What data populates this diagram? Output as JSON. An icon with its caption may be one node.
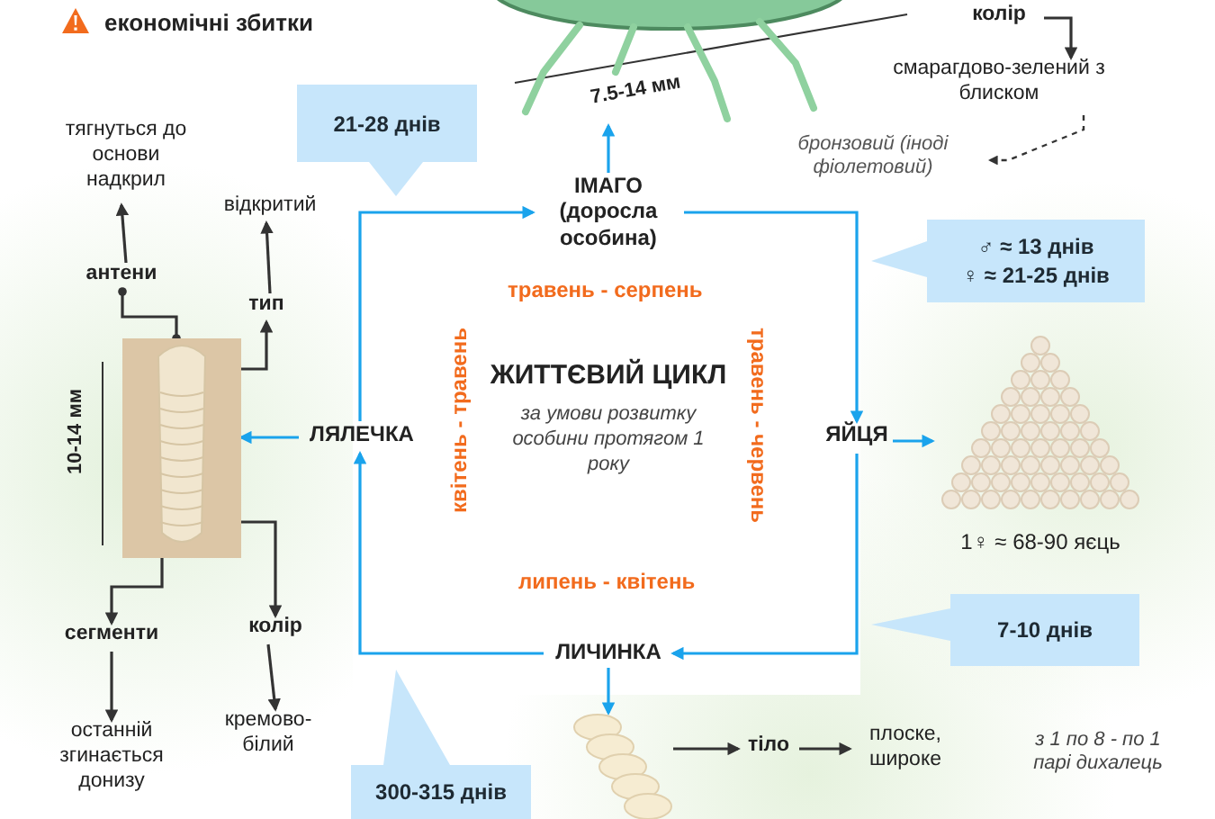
{
  "diagram": {
    "nodes": [
      {
        "text": [],
        "shape": "picture"
      },
      {
        "text": [
          "колір"
        ]
      },
      {
        "text": [
          "смарагдово-зелений з блиском"
        ]
      },
      {
        "text": [
          "бронзовий (іноді фіолетовий)"
        ]
      },
      {
        "text": [
          "21-28 днів"
        ]
      },
      {
        "text": [
          "тягнуться до основи надкрил"
        ]
      },
      {
        "text": [
          "відкритий"
        ]
      },
      {
        "text": [
          "ІМАГО (доросла особина)"
        ]
      },
      {
        "text": [
          "антени"
        ]
      },
      {
        "text": [
          "тип"
        ]
      },
      {
        "text": [
          "♂ ≈ 13 днів",
          "♀ ≈ 21-25 днів"
        ]
      },
      {
        "text": [],
        "shape": "picture"
      },
      {
        "text": [
          "ЖИТТЄВИЙ ЦИКЛ",
          "за умови розвитку особини протягом 1 року"
        ]
      },
      {
        "text": [
          "ЛЯЛЕЧКА"
        ]
      },
      {
        "text": [
          "ЯЙЦЯ"
        ]
      },
      {
        "text": [],
        "shape": "picture",
        "beside": [
          "1♀ ≈ 68-90 яєць"
        ]
      },
      {
        "text": [
          "сегменти"
        ]
      },
      {
        "text": [
          "колір"
        ]
      },
      {
        "text": [
          "7-10 днів"
        ]
      },
      {
        "text": [
          "ЛИЧИНКА"
        ]
      },
      {
        "text": [
          "останній згинається донизу"
        ]
      },
      {
        "text": [
          "кремово-білий"
        ]
      },
      {
        "text": [],
        "shape": "picture"
      },
      {
        "text": [
          "тіло"
        ]
      },
      {
        "text": [
          "плоске, широке"
        ]
      },
      {
        "text": [
          "300-315 днів"
        ]
      }
    ],
    "edges": [
      {
        "from": 7,
        "to": 14,
        "arrow": "to",
        "color": "#1aa3ec"
      },
      {
        "from": 14,
        "to": 19,
        "arrow": "to",
        "color": "#1aa3ec"
      },
      {
        "from": 19,
        "to": 13,
        "arrow": "to",
        "color": "#1aa3ec"
      },
      {
        "from": 13,
        "to": 7,
        "arrow": "to",
        "color": "#1aa3ec"
      },
      {
        "from": 7,
        "to": 0,
        "arrow": "to",
        "color": "#1aa3ec"
      },
      {
        "from": 13,
        "to": 11,
        "arrow": "to",
        "color": "#1aa3ec"
      },
      {
        "from": 14,
        "to": 15,
        "arrow": "to",
        "color": "#1aa3ec"
      },
      {
        "from": 19,
        "to": 22,
        "arrow": "to",
        "color": "#1aa3ec"
      },
      {
        "from": 1,
        "to": 2,
        "arrow": "to"
      },
      {
        "from": 2,
        "to": 3,
        "arrow": "to",
        "style": "dashed"
      },
      {
        "from": 11,
        "to": 8,
        "arrow": "other"
      },
      {
        "from": 8,
        "to": 5,
        "arrow": "to"
      },
      {
        "from": 11,
        "to": 9,
        "arrow": "to"
      },
      {
        "from": 9,
        "to": 6,
        "arrow": "to"
      },
      {
        "from": 11,
        "to": 16,
        "arrow": "to"
      },
      {
        "from": 11,
        "to": 17,
        "arrow": "to"
      },
      {
        "from": 16,
        "to": 20,
        "arrow": "to"
      },
      {
        "from": 17,
        "to": 21,
        "arrow": "to"
      },
      {
        "from": 22,
        "to": 23,
        "arrow": "to"
      },
      {
        "from": 23,
        "to": 24,
        "arrow": "to"
      }
    ],
    "labels": [
      "економічні збитки",
      "7.5-14 мм",
      "травень - серпень",
      "квітень - травень",
      "травень - червень",
      "10-14 мм",
      "липень - квітень",
      "з 1 по 8 - по 1 парі дихалець"
    ]
  }
}
